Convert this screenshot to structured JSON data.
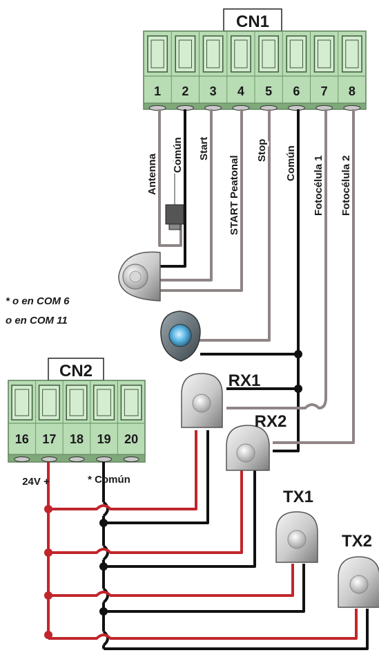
{
  "cn1": {
    "title": "CN1",
    "pins": [
      "1",
      "2",
      "3",
      "4",
      "5",
      "6",
      "7",
      "8"
    ],
    "labels": [
      "Antenna",
      "Común",
      "Start",
      "START Peatonal",
      "Stop",
      "Común",
      "Fotocélula 1",
      "Fotocélula 2"
    ]
  },
  "cn2": {
    "title": "CN2",
    "pins": [
      "16",
      "17",
      "18",
      "19",
      "20"
    ],
    "label_power": "24V +",
    "label_common": "* Común"
  },
  "note": {
    "line1": "* o en COM 6",
    "line2": "o en  COM 11"
  },
  "devices": {
    "rx1": "RX1",
    "rx2": "RX2",
    "tx1": "TX1",
    "tx2": "TX2"
  },
  "colors": {
    "terminal_green": "#b8dcb4",
    "terminal_dark": "#6f9a6a",
    "wire_red": "#c0262c",
    "wire_black": "#111111",
    "wire_gray": "#8f8585"
  }
}
